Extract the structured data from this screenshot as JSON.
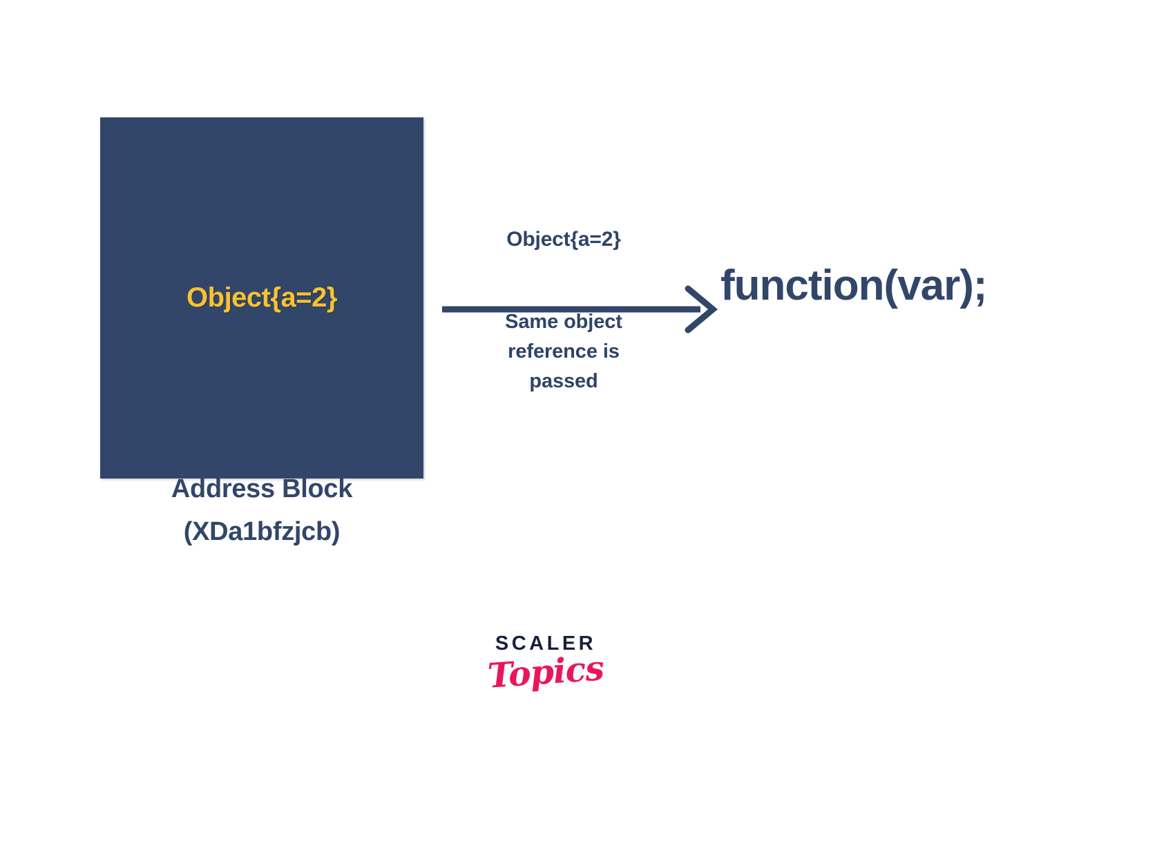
{
  "diagram": {
    "title": "Pass by reference memory diagram",
    "colors": {
      "block_fill": "#32466A",
      "block_text": "#F9C22E",
      "label_text": "#2F4368",
      "arrow": "#32466A",
      "background": "#FFFFFF",
      "logo_dark": "#16213A",
      "logo_pink": "#E8175D"
    },
    "block": {
      "value": "Object{a=2}",
      "caption_line1": "Address Block",
      "caption_line2": "(XDa1bfzjcb)"
    },
    "arrow": {
      "top_label": "Object{a=2}",
      "sub_label_line1": "Same object",
      "sub_label_line2": "reference is",
      "sub_label_line3": "passed",
      "direction": "right"
    },
    "callee": {
      "text": "function(var);"
    },
    "watermark": {
      "primary": "SCALER",
      "secondary": "Topics"
    }
  }
}
